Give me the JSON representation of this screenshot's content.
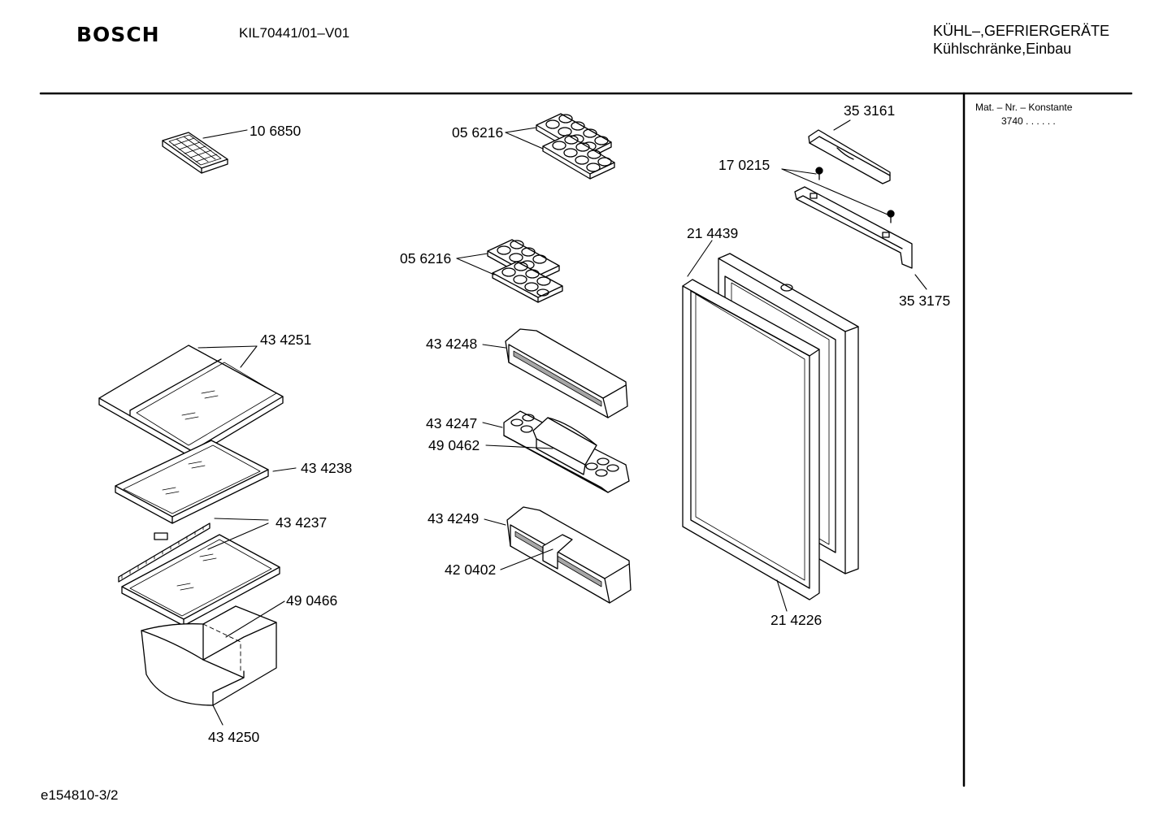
{
  "header": {
    "brand": "BOSCH",
    "model": "KIL70441/01–V01",
    "category_line1": "KÜHL–,GEFRIERGERÄTE",
    "category_line2": "Kühlschränke,Einbau"
  },
  "side_panel": {
    "label": "Mat. – Nr. – Konstante",
    "value": "3740  .  .    .  .  .  ."
  },
  "footer": {
    "doc_id": "e154810-3/2"
  },
  "parts": [
    {
      "id": "p106850",
      "number": "10 6850"
    },
    {
      "id": "p056216a",
      "number": "05 6216"
    },
    {
      "id": "p056216b",
      "number": "05 6216"
    },
    {
      "id": "p353161",
      "number": "35 3161"
    },
    {
      "id": "p170215",
      "number": "17 0215"
    },
    {
      "id": "p214439",
      "number": "21 4439"
    },
    {
      "id": "p353175",
      "number": "35 3175"
    },
    {
      "id": "p434251",
      "number": "43 4251"
    },
    {
      "id": "p434248",
      "number": "43 4248"
    },
    {
      "id": "p434238",
      "number": "43 4238"
    },
    {
      "id": "p434247",
      "number": "43 4247"
    },
    {
      "id": "p490462",
      "number": "49 0462"
    },
    {
      "id": "p434237",
      "number": "43 4237"
    },
    {
      "id": "p434249",
      "number": "43 4249"
    },
    {
      "id": "p420402",
      "number": "42 0402"
    },
    {
      "id": "p490466",
      "number": "49 0466"
    },
    {
      "id": "p214226",
      "number": "21 4226"
    },
    {
      "id": "p434250",
      "number": "43 4250"
    }
  ]
}
